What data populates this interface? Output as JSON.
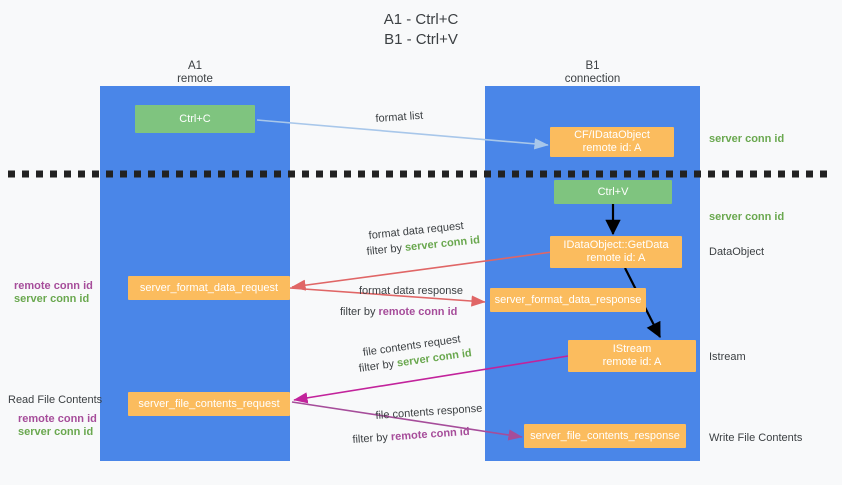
{
  "title": {
    "line1": "A1 - Ctrl+C",
    "line2": "B1 - Ctrl+V"
  },
  "columns": [
    {
      "name": "A1",
      "sub": "remote"
    },
    {
      "name": "B1",
      "sub": "connection"
    }
  ],
  "colors": {
    "lane": "#4a86e8",
    "orange": "#fbbc5e",
    "green_box": "#7fc47f",
    "server_conn_text": "#6aa84f",
    "remote_conn_text": "#a64d9a",
    "arrow_blue": "#a8c7ea",
    "arrow_red": "#e06666",
    "arrow_magenta": "#c2239b",
    "arrow_purple": "#a64d9a",
    "arrow_black": "#000000",
    "background": "#f8f9fa"
  },
  "nodes": {
    "ctrl_c": {
      "label": "Ctrl+C"
    },
    "ctrl_v": {
      "label": "Ctrl+V"
    },
    "idataobject_top": {
      "line1": "CF/IDataObject",
      "line2": "remote id: A"
    },
    "getdata": {
      "line1": "IDataObject::GetData",
      "line2": "remote id: A"
    },
    "istream": {
      "line1": "IStream",
      "line2": "remote id: A"
    },
    "server_format_data_request": {
      "label": "server_format_data_request"
    },
    "server_format_data_response": {
      "label": "server_format_data_response"
    },
    "server_file_contents_request": {
      "label": "server_file_contents_request"
    },
    "server_file_contents_response": {
      "label": "server_file_contents_response"
    }
  },
  "edge_labels": {
    "format_list": "format list",
    "format_data_request": "format data request",
    "format_data_request_filter_prefix": "filter by ",
    "format_data_request_filter_value": "server conn id",
    "format_data_response": "format data response",
    "format_data_response_filter_prefix": "filter by ",
    "format_data_response_filter_value": "remote conn id",
    "file_contents_request": "file contents request",
    "file_contents_request_filter_prefix": "filter by ",
    "file_contents_request_filter_value": "server conn id",
    "file_contents_response": "file contents response",
    "file_contents_response_filter_prefix": "filter by ",
    "file_contents_response_filter_value": "remote conn id"
  },
  "right_annotations": {
    "server_conn_id_top": "server conn id",
    "server_conn_id_mid": "server conn id",
    "dataobject": "DataObject",
    "istream": "Istream",
    "write_file_contents": "Write File Contents"
  },
  "left_annotations": {
    "remote_conn_id_mid": "remote conn id",
    "server_conn_id_mid": "server conn id",
    "read_file_contents": "Read File Contents",
    "remote_conn_id_bottom": "remote conn id",
    "server_conn_id_bottom": "server conn id"
  }
}
